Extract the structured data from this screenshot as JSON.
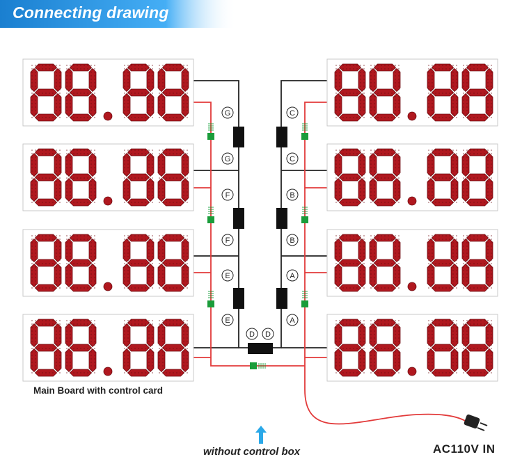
{
  "header": {
    "title": "Connecting drawing"
  },
  "labels": {
    "main_board": "Main Board with control card",
    "without_box": "without control box",
    "power": "AC110V  IN"
  },
  "display": {
    "digits": [
      "8",
      "8",
      "8",
      "8"
    ],
    "show_decimal": true
  },
  "markers": {
    "left": [
      "G",
      "G",
      "F",
      "F",
      "E",
      "E"
    ],
    "right": [
      "C",
      "C",
      "B",
      "B",
      "A",
      "A"
    ],
    "bottom": [
      "D",
      "D"
    ]
  },
  "colors": {
    "segment": "#b0181f",
    "segment_dark": "#6e0d12",
    "wire_signal": "#222222",
    "wire_power": "#e23a3a",
    "terminal": "#1a9c3a",
    "banner_start": "#1a7fd0",
    "banner_end": "#5cc2ff",
    "arrow": "#2aa8e8"
  }
}
